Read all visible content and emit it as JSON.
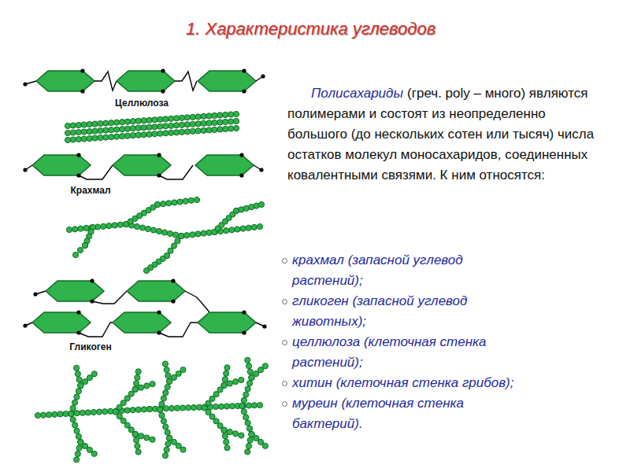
{
  "diagram": {
    "title": "1. Характеристика углеводов",
    "labels": [
      "Целлюлоза",
      "Крахмал",
      "Гликоген",
      "Полисахариды",
      "(греч. poly – много) являются полимерами и состоят из неопределенно большого (до нескольких сотен или тысяч) числа остатков молекул моносахаридов, соединенных ковалентными связями. К ним относятся:",
      "крахмал (запасной углевод растений);",
      "гликоген (запасной углевод животных);",
      "целлюлоза (клеточная стенка растений);",
      "хитин (клеточная стенка грибов);",
      "муреин (клеточная стенка бактерий)."
    ]
  }
}
